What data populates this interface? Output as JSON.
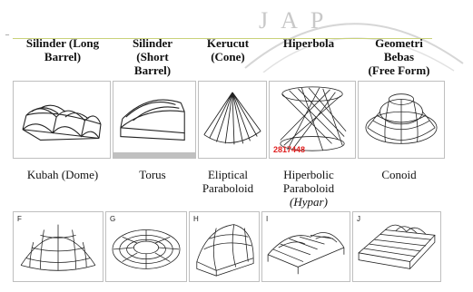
{
  "watermark": {
    "text": "JAP"
  },
  "row1": {
    "labels": [
      {
        "line1": "Silinder (Long",
        "line2": "Barrel)",
        "line3": ""
      },
      {
        "line1": "Silinder",
        "line2": "(Short",
        "line3": "Barrel)"
      },
      {
        "line1": "Kerucut",
        "line2": "(Cone)",
        "line3": ""
      },
      {
        "line1": "Hiperbola",
        "line2": "",
        "line3": ""
      },
      {
        "line1": "Geometri",
        "line2": "Bebas",
        "line3": "(Free Form)"
      }
    ]
  },
  "row2": {
    "labels": [
      {
        "line1": "Kubah (Dome)",
        "line2": ""
      },
      {
        "line1": "Torus",
        "line2": ""
      },
      {
        "line1": "Eliptical",
        "line2": "Paraboloid"
      },
      {
        "line1": "Hiperbolic",
        "line2": "Paraboloid",
        "line3": "(Hypar)"
      },
      {
        "line1": "Conoid",
        "line2": ""
      }
    ]
  },
  "letters": [
    "F",
    "G",
    "H",
    "I",
    "J"
  ],
  "overlay_text": "2817448"
}
